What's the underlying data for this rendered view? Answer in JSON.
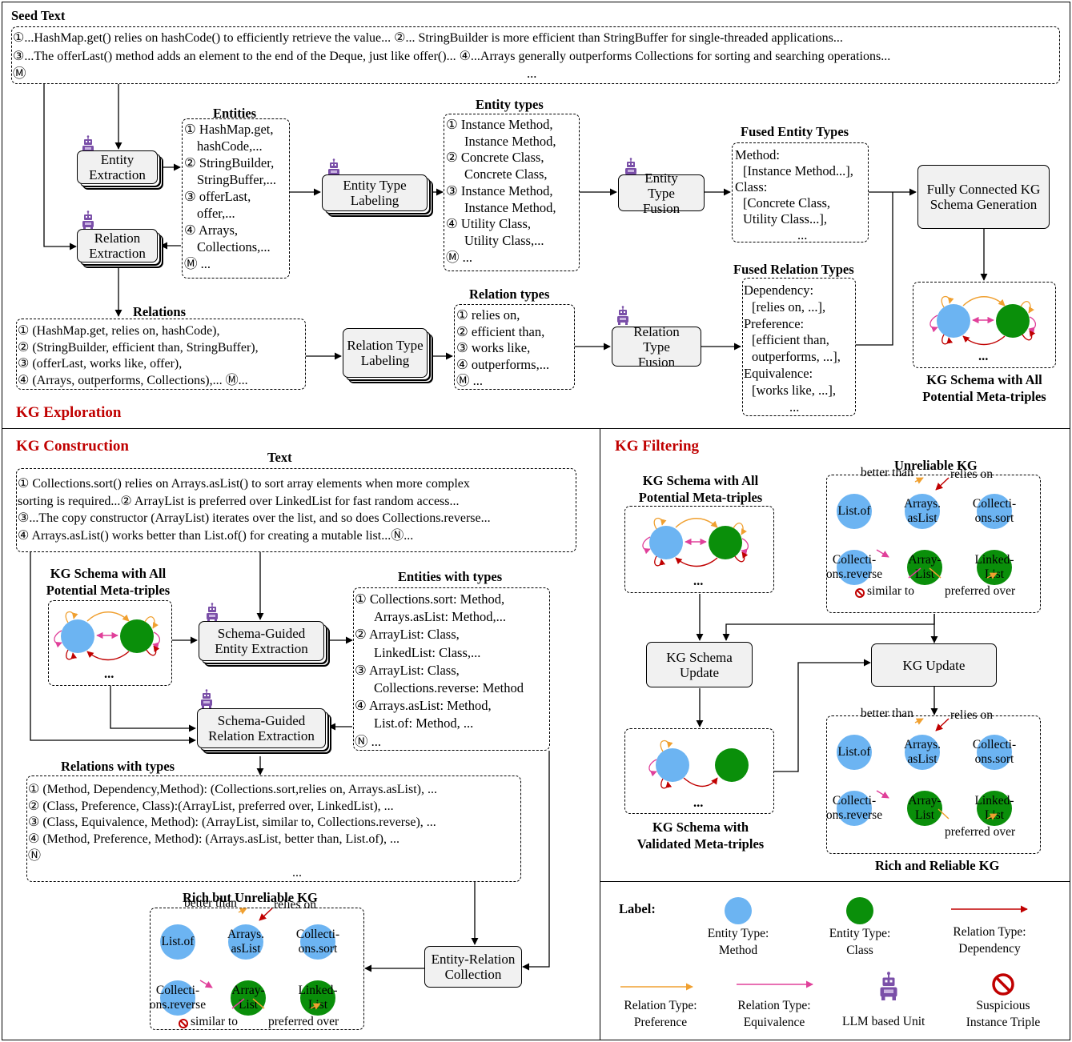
{
  "sections": {
    "seed": "Seed Text",
    "exploration": "KG Exploration",
    "construction": "KG Construction",
    "filtering": "KG Filtering"
  },
  "seed_text": {
    "line1": "①...HashMap.get() relies on hashCode() to efficiently retrieve the value... ②... StringBuilder is more efficient than StringBuffer for single-threaded applications...",
    "line2": "③...The offerLast() method adds an element to the end of the Deque, just like offer()... ④...Arrays generally outperforms Collections for sorting and searching operations...",
    "line3_marker": "Ⓜ",
    "ellipsis": "..."
  },
  "exploration": {
    "entity_extraction": "Entity Extraction",
    "relation_extraction": "Relation Extraction",
    "entities_title": "Entities",
    "entities": [
      "① HashMap.get,",
      "hashCode,...",
      "② StringBuilder,",
      "StringBuffer,...",
      "③ offerLast,",
      "offer,...",
      "④ Arrays,",
      "Collections,...",
      "Ⓜ ..."
    ],
    "entity_type_labeling": "Entity Type Labeling",
    "entity_types_title": "Entity types",
    "entity_types": [
      "① Instance Method,",
      "Instance Method,",
      "② Concrete Class,",
      "Concrete Class,",
      "③ Instance Method,",
      "Instance Method,",
      "④ Utility Class,",
      "Utility Class,...",
      "Ⓜ ..."
    ],
    "entity_type_fusion": "Entity Type Fusion",
    "fused_entity_title": "Fused Entity Types",
    "fused_entity": [
      "Method:",
      "[Instance Method...],",
      "Class:",
      "[Concrete Class,",
      "Utility Class...],",
      "..."
    ],
    "schema_generation": "Fully Connected KG Schema Generation",
    "relations_title": "Relations",
    "relations": [
      "① (HashMap.get, relies on, hashCode),",
      "② (StringBuilder, efficient than, StringBuffer),",
      "③ (offerLast, works like, offer),",
      "④ (Arrays, outperforms, Collections),... Ⓜ..."
    ],
    "relation_type_labeling": "Relation Type Labeling",
    "relation_types_title": "Relation types",
    "relation_types": [
      "① relies on,",
      "② efficient than,",
      "③ works like,",
      "④ outperforms,...",
      "Ⓜ ..."
    ],
    "relation_type_fusion": "Relation Type Fusion",
    "fused_relation_title": "Fused Relation Types",
    "fused_relation": [
      "Dependency:",
      "[relies on, ...],",
      "Preference:",
      "[efficient than,",
      "outperforms, ...],",
      "Equivalence:",
      "[works like, ...],",
      "..."
    ],
    "schema_caption": [
      "KG Schema with All",
      "Potential Meta-triples"
    ]
  },
  "construction": {
    "text_title": "Text",
    "text_lines": [
      "① Collections.sort() relies on Arrays.asList() to sort array elements when more complex",
      "sorting is required...② ArrayList is preferred over LinkedList for fast random access...",
      "③...The copy constructor (ArrayList) iterates over the list, and so does Collections.reverse...",
      "④ Arrays.asList() works better than List.of() for creating a mutable list...Ⓝ..."
    ],
    "schema_title": [
      "KG Schema with All",
      "Potential Meta-triples"
    ],
    "sg_entity": "Schema-Guided Entity Extraction",
    "sg_relation": "Schema-Guided Relation Extraction",
    "ewt_title": "Entities with types",
    "ewt": [
      "① Collections.sort: Method,",
      "Arrays.asList: Method,...",
      "② ArrayList: Class,",
      "LinkedList: Class,...",
      "③ ArrayList: Class,",
      "Collections.reverse: Method",
      "④ Arrays.asList: Method,",
      "List.of: Method, ...",
      "Ⓝ ..."
    ],
    "rwt_title": "Relations with types",
    "rwt": [
      "① (Method, Dependency,Method): (Collections.sort,relies on, Arrays.asList), ...",
      "② (Class, Preference, Class):(ArrayList, preferred over, LinkedList), ...",
      "③ (Class, Equivalence, Method): (ArrayList, similar to, Collections.reverse), ...",
      "④ (Method, Preference, Method): (Arrays.asList, better than, List.of), ...",
      "Ⓝ",
      "..."
    ],
    "er_collection": "Entity-Relation Collection",
    "rich_title": "Rich but Unreliable KG"
  },
  "filtering": {
    "schema_all": [
      "KG Schema with All",
      "Potential Meta-triples"
    ],
    "unreliable_title": "Unreliable KG",
    "schema_update": "KG Schema Update",
    "kg_update": "KG Update",
    "schema_validated": [
      "KG Schema with",
      "Validated Meta-triples"
    ],
    "reliable_title": "Rich and Reliable KG"
  },
  "kg_graph": {
    "nodes": [
      "List.of",
      "Arrays. asList",
      "Collecti- ons.sort",
      "Collecti- ons.reverse",
      "Array- List",
      "Linked- List"
    ],
    "better_than": "better than",
    "relies_on": "relies on",
    "similar_to": "similar to",
    "preferred_over": "preferred over"
  },
  "legend": {
    "title": "Label:",
    "method": [
      "Entity Type:",
      "Method"
    ],
    "class": [
      "Entity Type:",
      "Class"
    ],
    "dependency": [
      "Relation Type:",
      "Dependency"
    ],
    "preference": [
      "Relation Type:",
      "Preference"
    ],
    "equivalence": [
      "Relation Type:",
      "Equivalence"
    ],
    "llm": "LLM based Unit",
    "suspicious": [
      "Suspicious",
      "Instance Triple"
    ]
  },
  "colors": {
    "method": "#6cb4f2",
    "class": "#0a8f0a",
    "dependency": "#c00000",
    "preference": "#f0a030",
    "equivalence": "#e0409a",
    "section": "#c00000",
    "robot": "#7a4fa8"
  },
  "schema_ellipsis": "..."
}
